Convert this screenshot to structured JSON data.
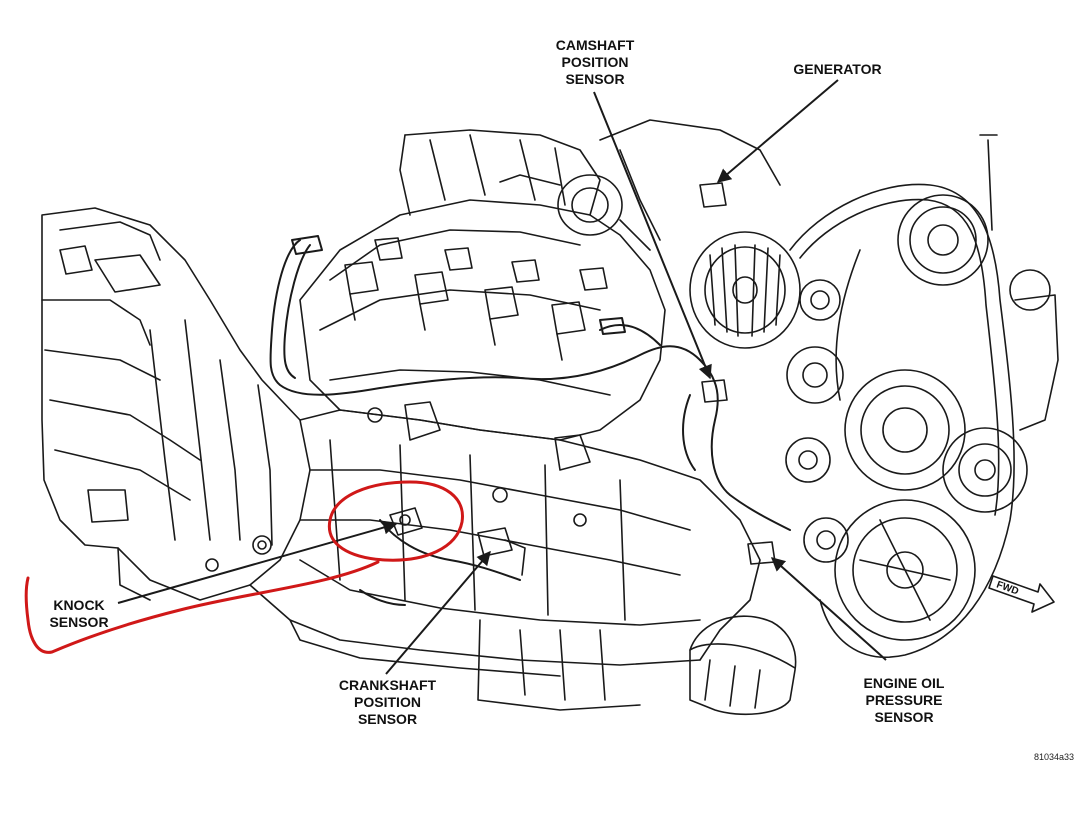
{
  "labels": {
    "camshaft": [
      "CAMSHAFT",
      "POSITION",
      "SENSOR"
    ],
    "generator": [
      "GENERATOR"
    ],
    "knock": [
      "KNOCK",
      "SENSOR"
    ],
    "crankshaft": [
      "CRANKSHAFT",
      "POSITION",
      "SENSOR"
    ],
    "oil_pressure": [
      "ENGINE OIL",
      "PRESSURE",
      "SENSOR"
    ],
    "fwd": "FWD"
  },
  "figure_number": "81034a33",
  "colors": {
    "line": "#1a1a1a",
    "highlight": "#d01818",
    "background": "#ffffff"
  }
}
